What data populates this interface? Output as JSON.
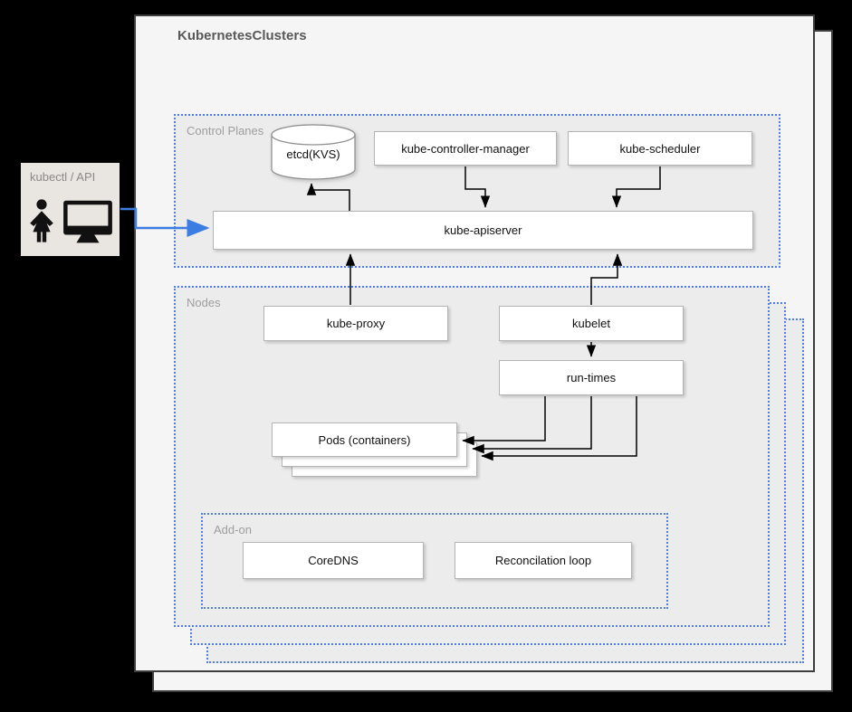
{
  "title": "KubernetesClusters",
  "actor": {
    "label": "kubectl / API"
  },
  "groups": {
    "control_planes": {
      "label": "Control Planes"
    },
    "nodes": {
      "label": "Nodes"
    },
    "addon": {
      "label": "Add-on"
    }
  },
  "components": {
    "etcd": "etcd(KVS)",
    "controller_manager": "kube-controller-manager",
    "scheduler": "kube-scheduler",
    "apiserver": "kube-apiserver",
    "kube_proxy": "kube-proxy",
    "kubelet": "kubelet",
    "runtimes": "run-times",
    "pods": "Pods (containers)",
    "coredns": "CoreDNS",
    "reconciliation": "Reconcilation loop"
  },
  "colors": {
    "accent_blue": "#3b7de2",
    "dotted_border_blue": "#4f7fe3",
    "page_fill": "#f5f5f5",
    "group_fill": "#ececec",
    "actor_fill": "#e9e5e0",
    "node_fill": "#ffffff",
    "canvas_background": "#000000"
  }
}
